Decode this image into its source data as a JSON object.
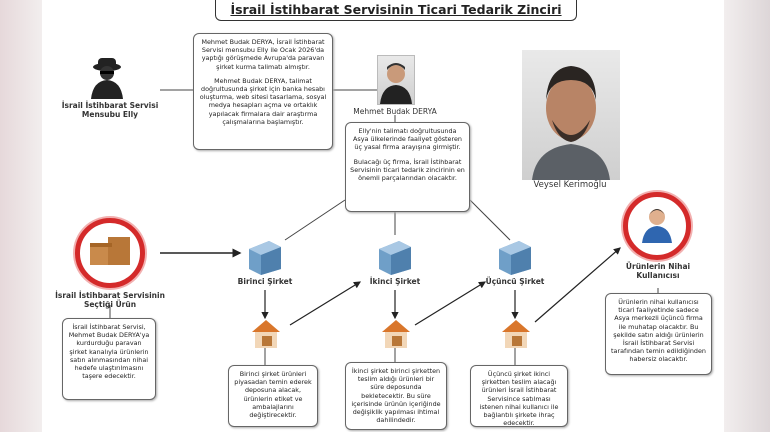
{
  "title": "İsrail İstihbarat Servisinin Ticari Tedarik Zinciri",
  "actors": {
    "elly": {
      "label": "İsrail İstihbarat Servisi Mensubu Elly",
      "icon": "spy-icon"
    },
    "derya": {
      "label": "Mehmet Budak DERYA",
      "icon": "person-photo"
    },
    "veysel": {
      "label": "Veysel Kerimoğlu",
      "icon": "person-photo"
    },
    "product": {
      "label": "İsrail İstihbarat Servisinin Seçtiği Ürün",
      "icon": "boxes-icon"
    },
    "end_user": {
      "label": "Ürünlerin Nihai Kullanıcısı",
      "icon": "user-icon"
    }
  },
  "boxes": {
    "derya_top": [
      "Mehmet Budak DERYA, İsrail İstihbarat Servisi mensubu Elly ile Ocak 2026'da yaptığı görüşmede Avrupa'da paravan şirket kurma talimatı almıştır.",
      "Mehmet Budak DERYA, talimat doğrultusunda şirket için banka hesabı oluşturma, web sitesi tasarlama, sosyal medya hesapları açma ve ortaklık yapılacak firmalara dair araştırma çalışmalarına başlamıştır."
    ],
    "derya_mid": [
      "Elly'nin talimatı doğrultusunda Asya ülkelerinde faaliyet gösteren üç yasal firma arayışına girmiştir.",
      "Bulacağı üç firma, İsrail İstihbarat Servisinin ticari tedarik zincirinin en önemli parçalarından olacaktır."
    ],
    "product": "İsrail İstihbarat Servisi, Mehmet Budak DERYA'ya kurdurduğu paravan şirket kanalıyla ürünlerin satın alınmasından nihai hedefe ulaştırılmasını taşere edecektir.",
    "company1": "Birinci şirket ürünleri piyasadan temin ederek deposuna alacak, ürünlerin etiket ve ambalajlarını değiştirecektir.",
    "company2": "İkinci şirket birinci şirketten teslim aldığı ürünleri bir süre deposunda bekletecektir. Bu süre içerisinde ürünün içeriğinde değişiklik yapılması ihtimal dahilindedir.",
    "company3": "Üçüncü şirket ikinci şirketten teslim alacağı ürünleri İsrail İstihbarat Servisince satılması istenen nihai kullanıcı ile bağlantılı şirkete ihraç edecektir.",
    "end_user": "Ürünlerin nihai kullanıcısı ticari faaliyetinde sadece Asya merkezli üçüncü firma ile muhatap olacaktır. Bu şekilde satın aldığı ürünlerin İsrail İstihbarat Servisi tarafından temin edildiğinden habersiz olacaktır."
  },
  "companies": [
    "Birinci Şirket",
    "İkinci Şirket",
    "Üçüncü Şirket"
  ],
  "colors": {
    "accent_red": "#d42a2a",
    "building_blue": "#6f9fc8",
    "house_orange": "#d9762b"
  }
}
